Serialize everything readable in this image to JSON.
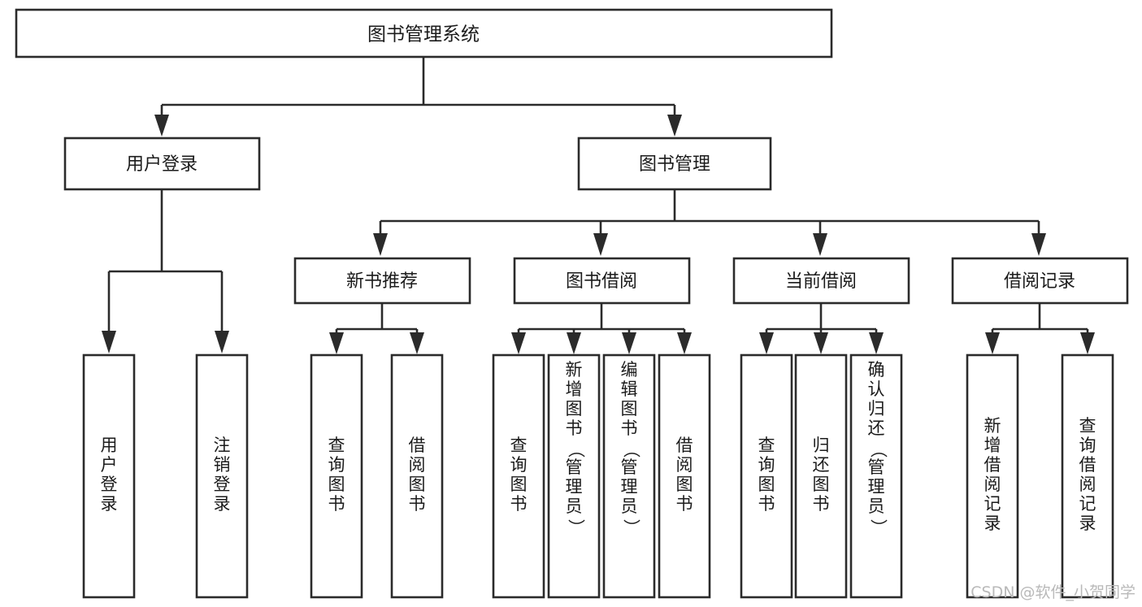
{
  "diagram": {
    "title": "图书管理系统",
    "type": "tree-hierarchy-chart",
    "watermark": "CSDN @软件_小贺同学",
    "root": {
      "label": "图书管理系统"
    },
    "level2": [
      {
        "label": "用户登录"
      },
      {
        "label": "图书管理"
      }
    ],
    "level3": [
      {
        "label": "新书推荐"
      },
      {
        "label": "图书借阅"
      },
      {
        "label": "当前借阅"
      },
      {
        "label": "借阅记录"
      }
    ],
    "leaves": {
      "user_login": [
        {
          "label": "用户登录"
        },
        {
          "label": "注销登录"
        }
      ],
      "new_book_recommend": [
        {
          "label": "查询图书"
        },
        {
          "label": "借阅图书"
        }
      ],
      "book_borrow": [
        {
          "label": "查询图书"
        },
        {
          "label": "新增图书（管理员）"
        },
        {
          "label": "编辑图书（管理员）"
        },
        {
          "label": "借阅图书"
        }
      ],
      "current_borrow": [
        {
          "label": "查询图书"
        },
        {
          "label": "归还图书"
        },
        {
          "label": "确认归还（管理员）"
        }
      ],
      "borrow_record": [
        {
          "label": "新增借阅记录"
        },
        {
          "label": "查询借阅记录"
        }
      ]
    },
    "colors": {
      "stroke": "#2b2b2b",
      "fill": "#ffffff",
      "text": "#1b1b1b",
      "watermark": "#b9b9b9"
    }
  }
}
